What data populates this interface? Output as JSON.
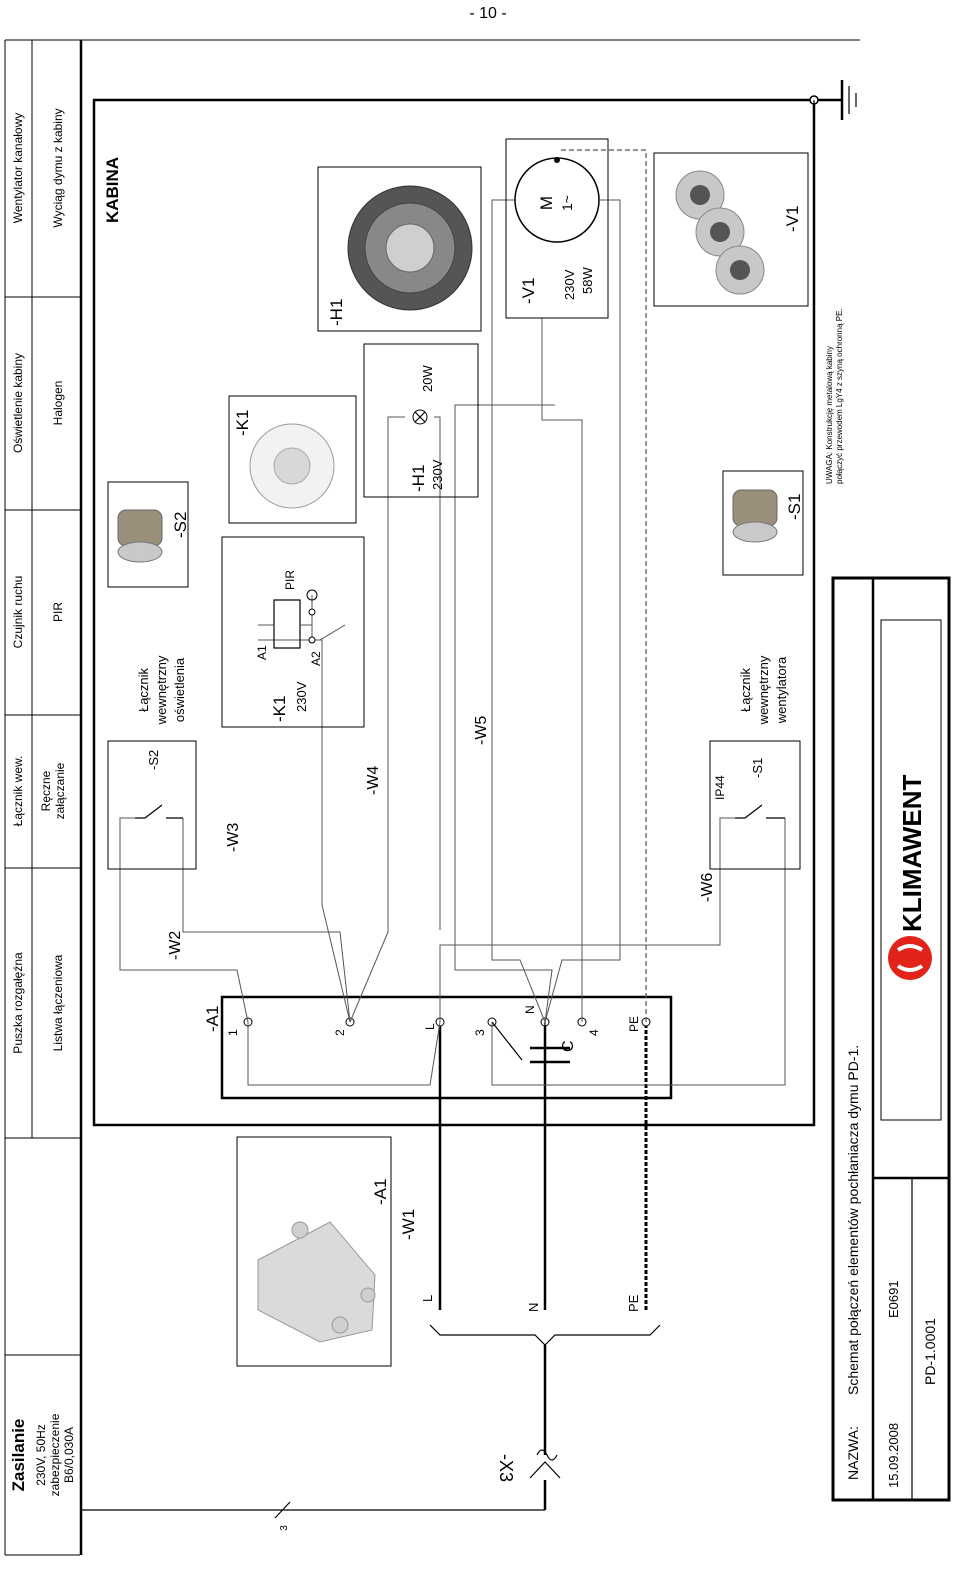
{
  "page_number": "- 10 -",
  "columns": [
    {
      "title": "Zasilanie",
      "sub": [
        "230V, 50Hz",
        "zabezpieczenie",
        "B6/0,030A"
      ]
    },
    {
      "title": "Puszka rozgałęźna",
      "sub": [
        "Listwa łączeniowa"
      ]
    },
    {
      "title": "Łącznik wew.",
      "sub": [
        "Ręczne",
        "załączanie"
      ]
    },
    {
      "title": "Czujnik ruchu",
      "sub": [
        "PIR"
      ]
    },
    {
      "title": "Oświetlenie kabiny",
      "sub": [
        "Halogen"
      ]
    },
    {
      "title": "Wentylator kanałowy",
      "sub": [
        "Wyciąg dymu z kabiny"
      ]
    }
  ],
  "kabina_label": "KABINA",
  "cable_count": "3",
  "plug_label": "-X3",
  "mains": {
    "l": "L",
    "n": "N",
    "pe": "PE"
  },
  "cables": {
    "w1": "-W1",
    "w2": "-W2",
    "w3": "-W3",
    "w4": "-W4",
    "w5": "-W5",
    "w6": "-W6"
  },
  "junction_box": {
    "label": "-A1",
    "terminals": [
      "1",
      "2",
      "L",
      "3",
      "N",
      "4",
      "PE"
    ],
    "capacitor": "C"
  },
  "switch_s2": {
    "label": "-S2",
    "desc": [
      "Łącznik",
      "wewnętrzny",
      "oświetlenia"
    ]
  },
  "switch_s1": {
    "label": "-S1",
    "ip": "IP44",
    "desc": [
      "Łącznik",
      "wewnętrzny",
      "wentylatora"
    ]
  },
  "sensor_k1": {
    "label": "-K1",
    "voltage": "230V",
    "a1": "A1",
    "a2": "A2",
    "type": "PIR"
  },
  "lamp_h1": {
    "label": "-H1",
    "voltage": "230V",
    "power": "20W"
  },
  "fan_v1": {
    "label": "-V1",
    "motor": "M",
    "phase": "1~",
    "voltage": "230V",
    "power": "58W"
  },
  "photo_labels": {
    "a1": "-A1",
    "s2": "-S2",
    "k1": "-K1",
    "h1": "-H1",
    "v1": "-V1",
    "s1": "-S1"
  },
  "note": [
    "UWAGA: Konstrukcję metalową kabiny",
    "połączyć przewodem LgY4 z szyną ochronną PE."
  ],
  "title_block": {
    "name_label": "NAZWA:",
    "name": "Schemat połączeń elementów pochłaniacza dymu PD-1.",
    "date": "15.09.2008",
    "code": "E0691",
    "doc_no": "PD-1.0001",
    "brand": "KLIMAWENT"
  },
  "colors": {
    "brand_red": "#e2231a"
  }
}
